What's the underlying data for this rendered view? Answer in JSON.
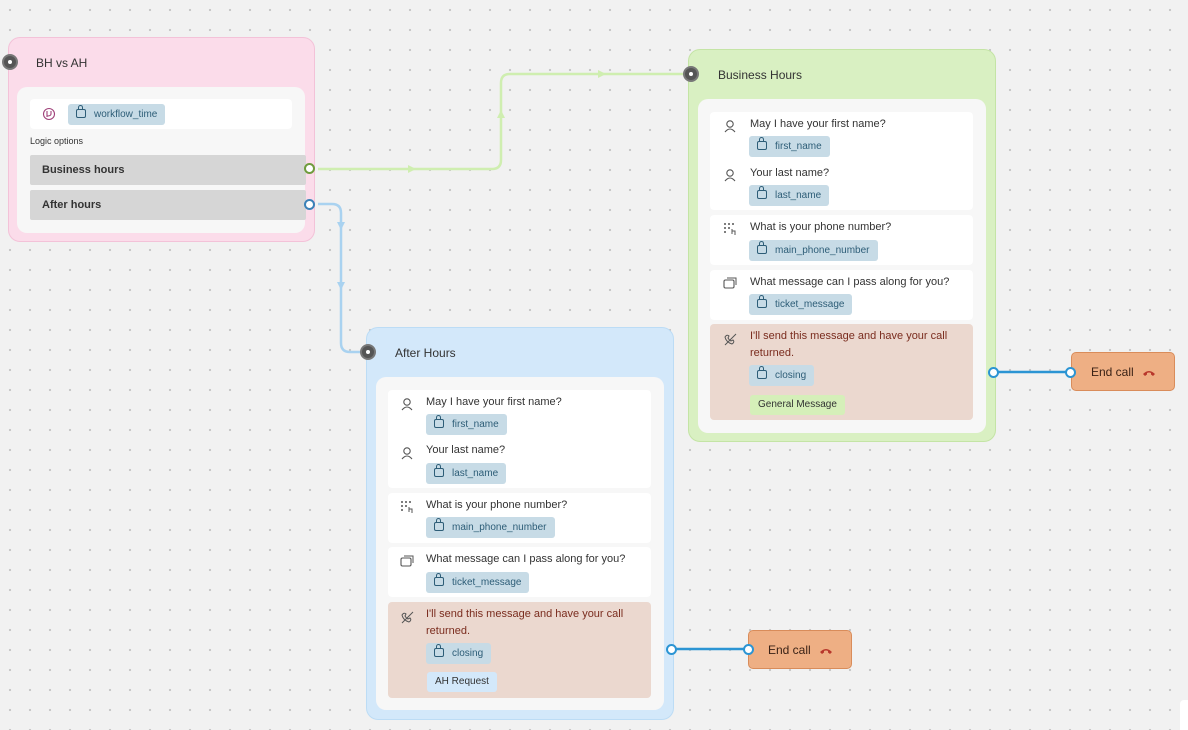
{
  "bh_ah": {
    "title": "BH vs AH",
    "variable": "workflow_time",
    "logic_options_label": "Logic options",
    "options": [
      "Business hours",
      "After hours"
    ]
  },
  "business_hours": {
    "title": "Business Hours",
    "first_name_q": "May I have your first name?",
    "first_name_var": "first_name",
    "last_name_q": "Your last name?",
    "last_name_var": "last_name",
    "phone_q": "What is your phone number?",
    "phone_var": "main_phone_number",
    "message_q": "What message can I pass along for you?",
    "message_var": "ticket_message",
    "closing_text": "I'll send this message and have your call returned.",
    "closing_var": "closing",
    "tag": "General Message"
  },
  "after_hours": {
    "title": "After Hours",
    "first_name_q": "May I have your first name?",
    "first_name_var": "first_name",
    "last_name_q": "Your last name?",
    "last_name_var": "last_name",
    "phone_q": "What is your phone number?",
    "phone_var": "main_phone_number",
    "message_q": "What message can I pass along for you?",
    "message_var": "ticket_message",
    "closing_text": "I'll send this message and have your call returned.",
    "closing_var": "closing",
    "tag": "AH Request"
  },
  "end_call_bh": {
    "label": "End call"
  },
  "end_call_ah": {
    "label": "End call"
  },
  "colors": {
    "pink_node": "#fbdcea",
    "green_node": "#d9f0c2",
    "blue_node": "#d3e8fa",
    "end_call": "#eeaf84",
    "wire_green": "#cfeeb0",
    "wire_blue": "#a9d2f0",
    "connector_blue": "#2b94d3"
  },
  "icons": {
    "logic": "branch-icon",
    "name": "user-voice-icon",
    "phone": "keypad-icon",
    "message": "message-icon",
    "closing": "hang-up-icon",
    "end": "phone-hang-up-icon"
  }
}
